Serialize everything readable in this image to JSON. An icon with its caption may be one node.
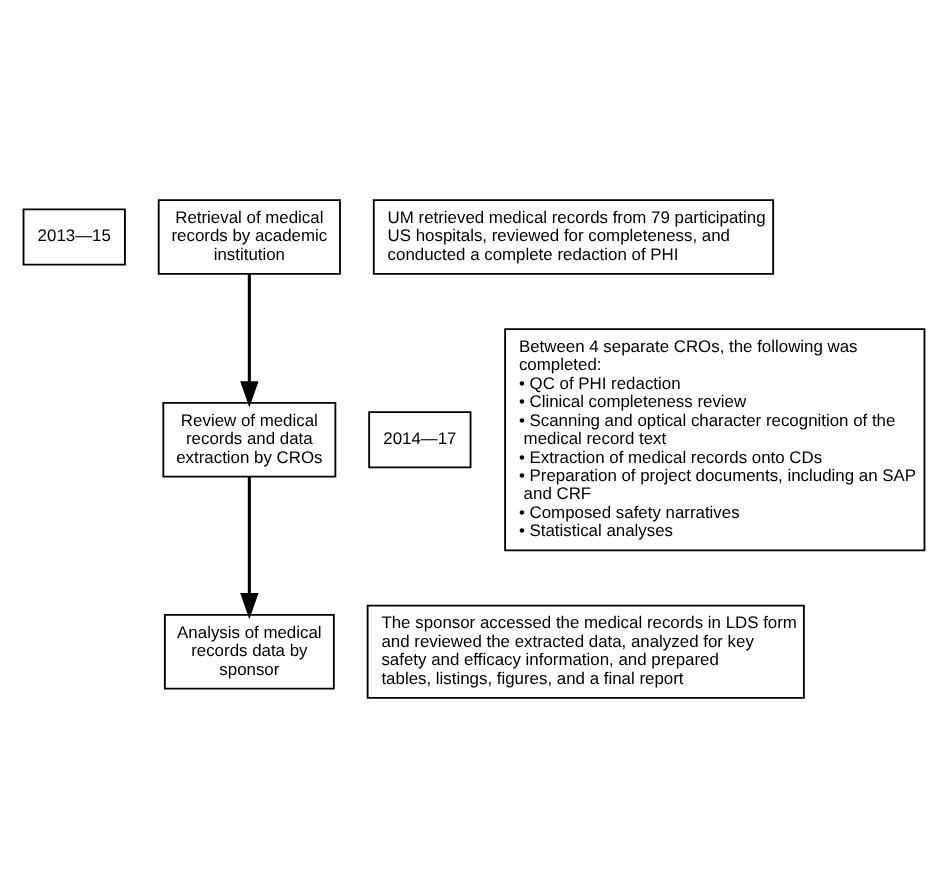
{
  "diagram": {
    "nodes": [
      {
        "text": [
          "2013—15"
        ]
      },
      {
        "text": [
          "Retrieval of medical records by academic institution"
        ]
      },
      {
        "text": [
          "UM retrieved medical records from 79 participating US hospitals, reviewed for completeness, and conducted a complete redaction of PHI"
        ]
      },
      {
        "text": [
          "2014—17"
        ]
      },
      {
        "text": [
          "Review of medical records and data extraction by CROs"
        ]
      },
      {
        "text": [
          "Between 4 separate CROs, the following was completed:",
          "• QC of PHI redaction",
          "• Clinical completeness review",
          "• Scanning and optical character recognition of the medical record text",
          "• Extraction of medical records onto CDs",
          "• Preparation of project documents, including an SAP and CRF",
          "• Composed safety narratives",
          "• Statistical analyses"
        ]
      },
      {
        "text": [
          "Analysis of medical records data by sponsor"
        ]
      },
      {
        "text": [
          "The sponsor accessed the medical records in LDS form and reviewed the extracted data, analyzed for key safety and efficacy information, and prepared tables, listings, figures, and a final report"
        ]
      }
    ],
    "edges": [
      {
        "from": 1,
        "to": 4,
        "arrow": "to"
      },
      {
        "from": 4,
        "to": 6,
        "arrow": "to"
      }
    ]
  }
}
